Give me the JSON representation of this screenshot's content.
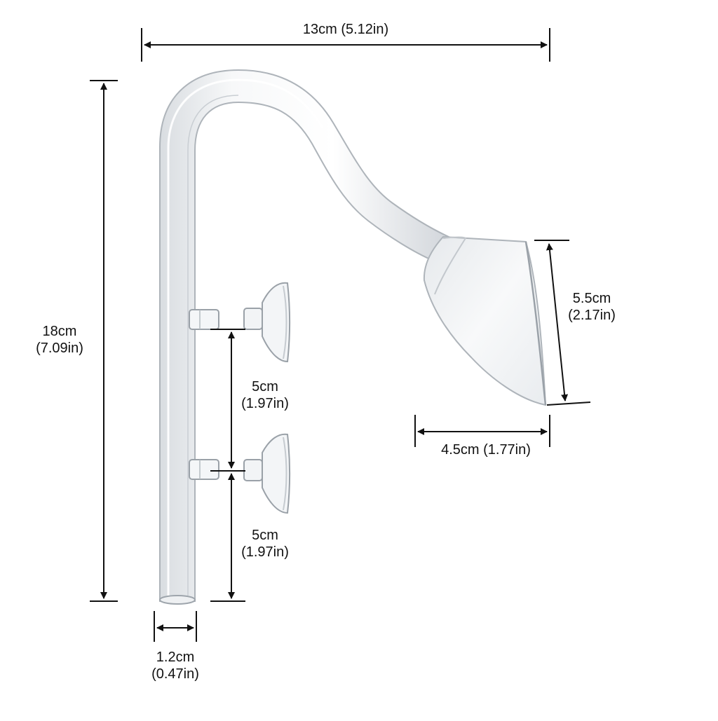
{
  "dimensions": {
    "width": {
      "value": "13cm",
      "imperial": "(5.12in)"
    },
    "height": {
      "value": "18cm",
      "imperial": "(7.09in)"
    },
    "mouth_height": {
      "value": "5.5cm",
      "imperial": "(2.17in)"
    },
    "mouth_width": {
      "value": "4.5cm (1.77in)"
    },
    "clip_spacing_upper": {
      "value": "5cm",
      "imperial": "(1.97in)"
    },
    "clip_spacing_lower": {
      "value": "5cm",
      "imperial": "(1.97in)"
    },
    "tube_diameter": {
      "value": "1.2cm",
      "imperial": "(0.47in)"
    }
  },
  "colors": {
    "line": "#111111",
    "glass_edge": "#b9bec4",
    "glass_fill": "#f3f5f7"
  }
}
